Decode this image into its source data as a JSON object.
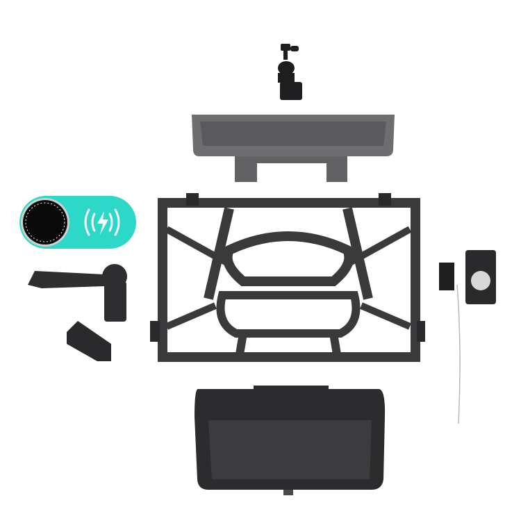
{
  "scene": {
    "background": "#ffffff",
    "colors": {
      "frame": "#3a3a3c",
      "shelf": "#6b6b6d",
      "hood": "#2c2c2e",
      "accent_badge": "#2ed8c8",
      "dark_part": "#262628"
    },
    "parts": [
      "ball-head-mount",
      "top-tray",
      "cage-frame",
      "magsafe-wireless-charging-badge",
      "articulating-arm",
      "clamp-clip",
      "side-phone-clamp",
      "sun-hood"
    ],
    "icons": [
      "wireless-charging-icon"
    ]
  }
}
